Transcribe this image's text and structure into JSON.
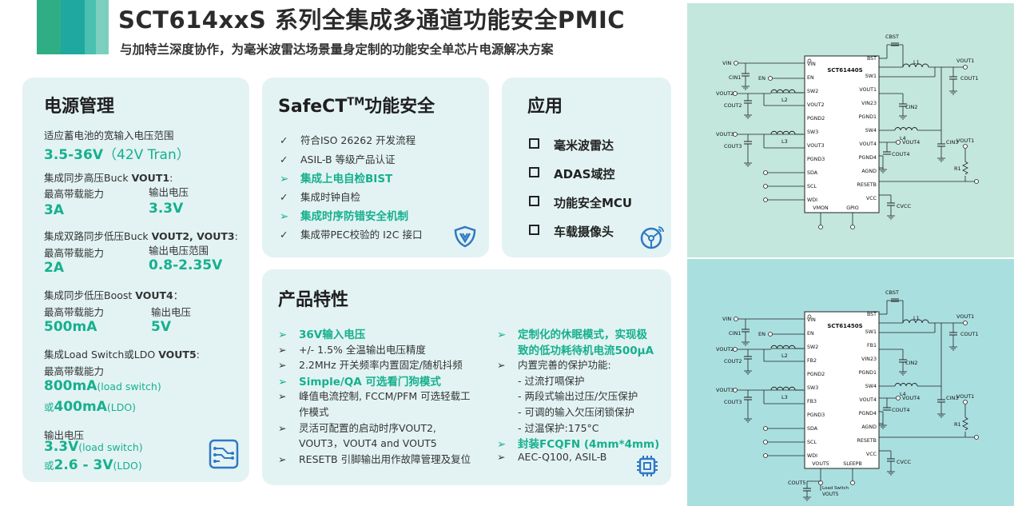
{
  "header": {
    "title": "SCT614xxS 系列全集成多通道功能安全PMIC",
    "subtitle": "与加特兰深度协作，为毫米波雷达场景量身定制的功能安全单芯片电源解决方案",
    "logo_colors": [
      "#2fae86",
      "#1fa8a0",
      "#4ac0b0",
      "#7ccfbe"
    ]
  },
  "power": {
    "title": "电源管理",
    "line1": "适应蓄电池的宽输入电压范围",
    "range_main": "3.5-36V",
    "range_sub": "（42V Tran）",
    "buck1_prefix": "集成同步高压Buck ",
    "buck1_name": "VOUT1",
    "buck1_suffix": ":",
    "load_label": "最高带载能力",
    "vout_label": "输出电压",
    "buck1_load": "3A",
    "buck1_vout": "3.3V",
    "buck23_prefix": "集成双路同步低压Buck ",
    "buck23_name": "VOUT2, VOUT3",
    "buck23_suffix": ":",
    "vout_range_label": "输出电压范围",
    "buck23_load": "2A",
    "buck23_vout": "0.8-2.35V",
    "boost_prefix": "集成同步低压Boost ",
    "boost_name": "VOUT4",
    "boost_suffix": "：",
    "boost_load": "500mA",
    "boost_vout": "5V",
    "ls_prefix": "集成Load Switch或LDO ",
    "ls_name": "VOUT5",
    "ls_suffix": ":",
    "ls_load1": "800mA",
    "ls_load1_note": "(load switch)",
    "or": "或",
    "ls_load2": "400mA",
    "ls_load2_note": "(LDO)",
    "ls_vout1": "3.3V",
    "ls_vout1_note": "(load switch)",
    "ls_vout2": "2.6 - 3V",
    "ls_vout2_note": "(LDO)"
  },
  "safety": {
    "title_pre": "SafeCT",
    "title_sup": "TM",
    "title_post": "功能安全",
    "items": [
      {
        "mark": "✓",
        "text": "符合ISO 26262 开发流程"
      },
      {
        "mark": "✓",
        "text": "ASIL-B 等级产品认证"
      },
      {
        "mark": "➢",
        "text": "集成上电自检BIST"
      },
      {
        "mark": "✓",
        "text": "集成时钟自检"
      },
      {
        "mark": "➢",
        "text": "集成时序防错安全机制"
      },
      {
        "mark": "✓",
        "text": "集成带PEC校验的 I2C 接口"
      }
    ]
  },
  "apps": {
    "title": "应用",
    "items": [
      "毫米波雷达",
      "ADAS域控",
      "功能安全MCU",
      "车载摄像头"
    ]
  },
  "features": {
    "title": "产品特性",
    "left": [
      {
        "mark": "➢",
        "text": "36V输入电压"
      },
      {
        "mark": "➢",
        "text": "+/- 1.5% 全温输出电压精度"
      },
      {
        "mark": "➢",
        "text": "2.2MHz 开关频率内置固定/随机抖频"
      },
      {
        "mark": "➢",
        "text": "Simple/QA 可选看门狗模式"
      },
      {
        "mark": "➢",
        "text": "峰值电流控制, FCCM/PFM 可选轻载工"
      },
      {
        "mark": "",
        "text": "作模式"
      },
      {
        "mark": "➢",
        "text": "灵活可配置的启动时序VOUT2,"
      },
      {
        "mark": "",
        "text": "VOUT3，VOUT4 and VOUT5"
      },
      {
        "mark": "➢",
        "text": "RESETB 引脚输出用作故障管理及复位"
      }
    ],
    "right": [
      {
        "mark": "➢",
        "text": "定制化的休眠模式，实现极"
      },
      {
        "mark": "",
        "text": "致的低功耗待机电流500μA"
      },
      {
        "mark": "➢",
        "text": "内置完善的保护功能:"
      },
      {
        "mark": "",
        "text": "- 过流打嗝保护"
      },
      {
        "mark": "",
        "text": "- 两段式输出过压/欠压保护"
      },
      {
        "mark": "",
        "text": "- 可调的输入欠压闭锁保护"
      },
      {
        "mark": "",
        "text": "-  过温保护:175°C"
      },
      {
        "mark": "➢",
        "text": "封装FCQFN (4mm*4mm)"
      },
      {
        "mark": "➢",
        "text": "AEC-Q100, ASIL-B"
      }
    ]
  },
  "schematic_top": {
    "chip": "SCT61440S",
    "bg": "#c3e7dc",
    "left_pins": [
      "VIN",
      "EN",
      "SW2",
      "VOUT2",
      "PGND2",
      "SW3",
      "VOUT3",
      "PGND3",
      "SDA",
      "SCL",
      "WDI"
    ],
    "right_pins": [
      "BST",
      "SW1",
      "VOUT1",
      "VIN23",
      "PGND1",
      "SW4",
      "VOUT4",
      "PGND4",
      "AGND",
      "RESETB",
      "VCC"
    ],
    "bottom_pins": [
      "VMON",
      "GPIO"
    ],
    "labels": [
      "VIN",
      "CIN1",
      "EN",
      "VOUT2",
      "COUT2",
      "L2",
      "VOUT3",
      "COUT3",
      "L3",
      "CBST",
      "L1",
      "VOUT1",
      "COUT1",
      "CIN2",
      "L4",
      "VOUT4",
      "COUT4",
      "CIN3",
      "VOUT1",
      "R1",
      "CVCC"
    ]
  },
  "schematic_bottom": {
    "chip": "SCT61450S",
    "bg": "#aadfe0",
    "left_pins": [
      "VIN",
      "EN",
      "SW2",
      "FB2",
      "PGND2",
      "SW3",
      "FB3",
      "PGND3",
      "SDA",
      "SCL",
      "WDI"
    ],
    "right_pins": [
      "BST",
      "SW1",
      "FB1",
      "VIN23",
      "PGND1",
      "SW4",
      "VOUT4",
      "PGND4",
      "AGND",
      "RESETB",
      "VCC"
    ],
    "bottom_pins": [
      "VOUT5",
      "SLEEPB"
    ],
    "labels": [
      "VIN",
      "CIN1",
      "EN",
      "VOUT2",
      "COUT2",
      "L2",
      "VOUT3",
      "COUT3",
      "L3",
      "CBST",
      "L1",
      "VOUT1",
      "COUT1",
      "CIN2",
      "L4",
      "VOUT4",
      "COUT4",
      "CIN3",
      "VOUT1",
      "R1",
      "CVCC",
      "COUT5",
      "Load Switch",
      "VOUT5"
    ]
  }
}
